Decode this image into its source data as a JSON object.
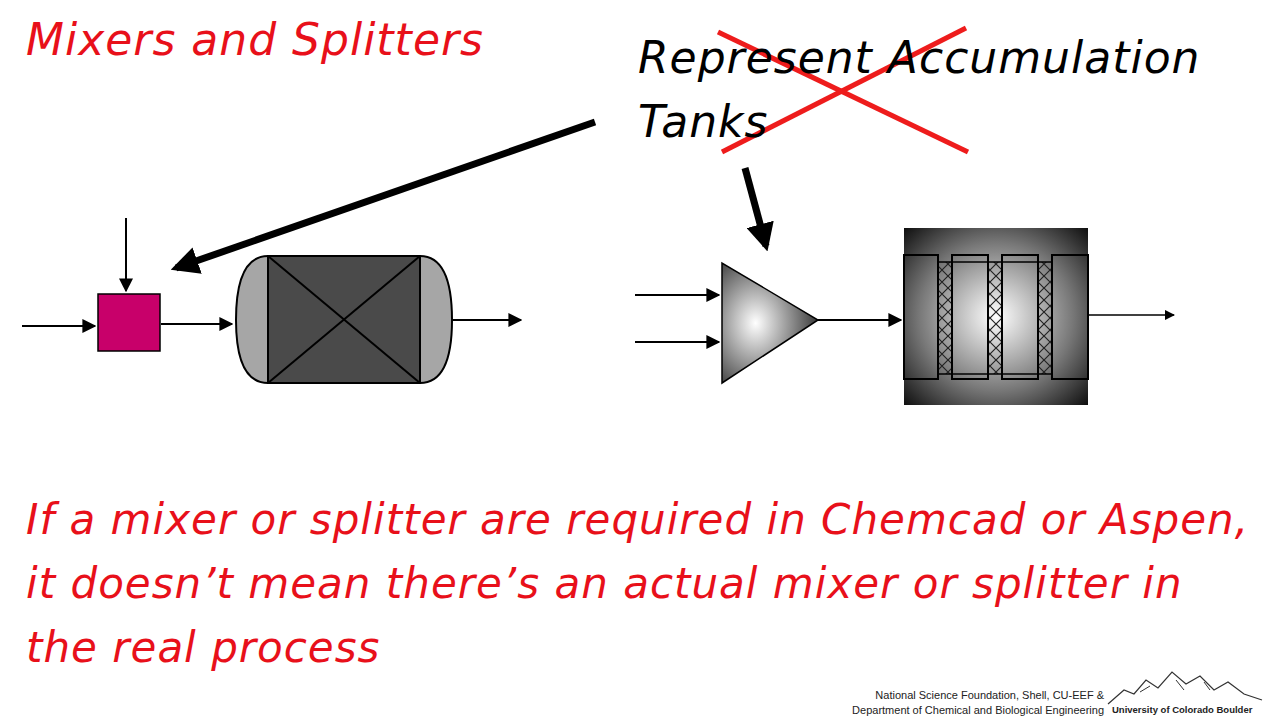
{
  "diagram": {
    "title": "Mixers and Splitters",
    "caption": "If a mixer or splitter are required in Chemcad or Aspen, it doesn’t mean there’s an actual mixer or splitter in the real process",
    "labels": [
      "Represent Accumulation Tanks",
      "National Science Foundation, Shell, CU-EEF &",
      "Department of Chemical and Biological Engineering",
      "University of Colorado Boulder"
    ]
  }
}
